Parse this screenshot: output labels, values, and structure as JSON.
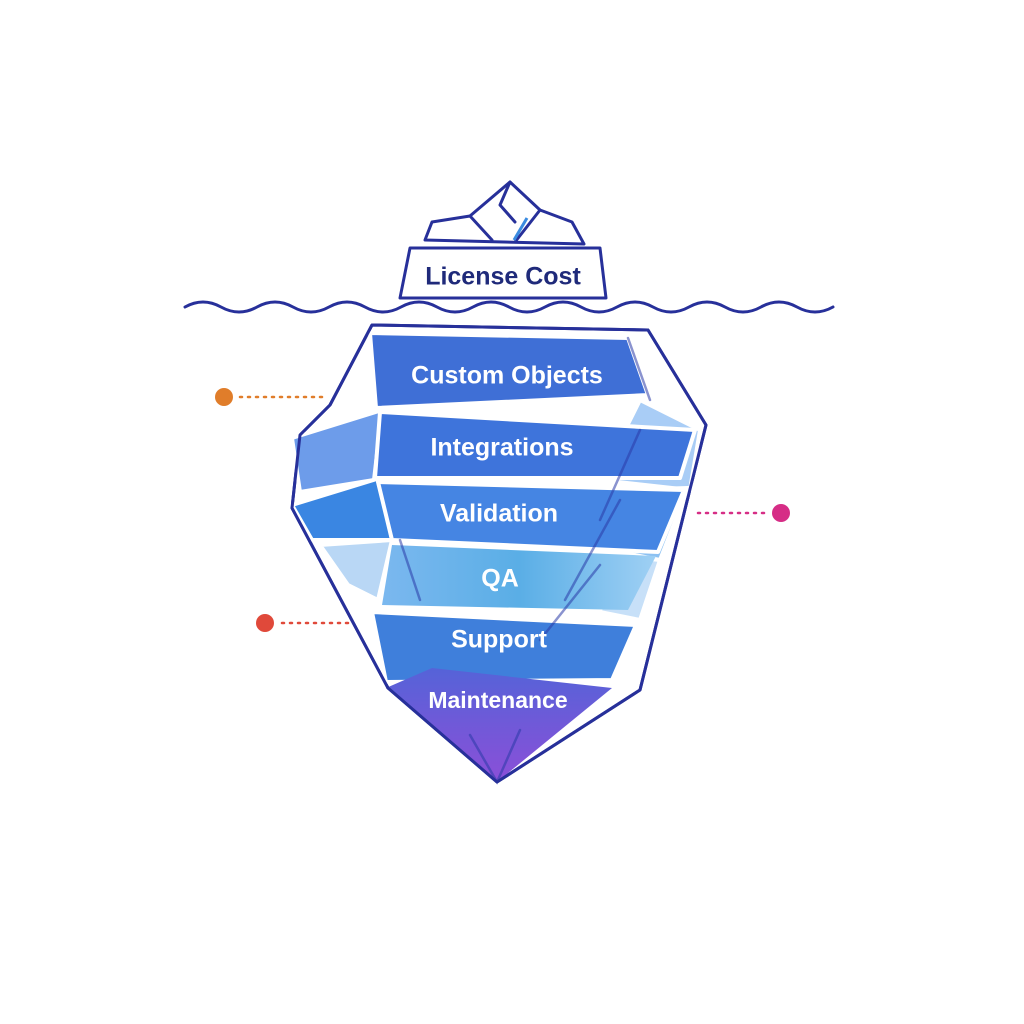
{
  "diagram": {
    "tip_label": "License Cost",
    "layers": [
      {
        "label": "Custom Objects",
        "color": "#3f6fd6"
      },
      {
        "label": "Integrations",
        "color": "#3e74db"
      },
      {
        "label": "Validation",
        "color": "#4585e3"
      },
      {
        "label": "QA",
        "color": "#5cb0e6"
      },
      {
        "label": "Support",
        "color": "#3f7fdb"
      },
      {
        "label": "Maintenance",
        "color": "#6a5ad6"
      }
    ],
    "markers": [
      {
        "name": "marker-orange",
        "color": "#e07d2a"
      },
      {
        "name": "marker-magenta",
        "color": "#d62d86"
      },
      {
        "name": "marker-red",
        "color": "#e0493a"
      }
    ],
    "colors": {
      "outline": "#27309a",
      "water": "#27309a",
      "background": "#ffffff"
    }
  }
}
